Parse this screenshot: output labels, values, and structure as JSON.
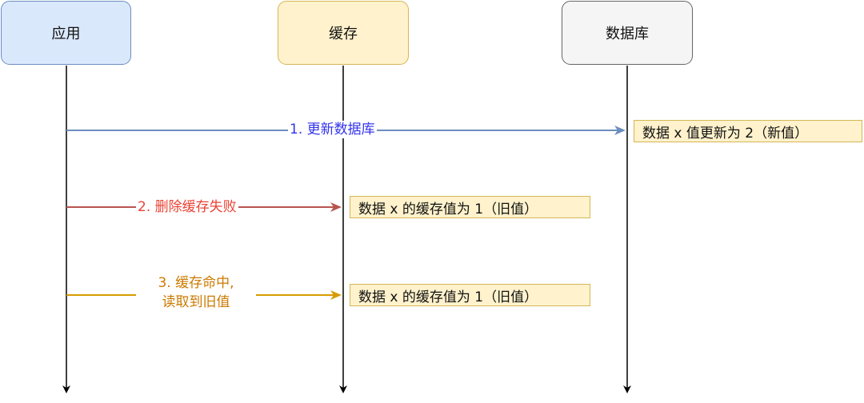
{
  "participants": {
    "app": "应用",
    "cache": "缓存",
    "db": "数据库"
  },
  "messages": [
    {
      "label": "1. 更新数据库",
      "color": "#6c8ebf",
      "text_color": "#3333ee"
    },
    {
      "label": "2. 删除缓存失败",
      "color": "#b85450",
      "text_color": "#ea4335"
    },
    {
      "label_line1": "3. 缓存命中,",
      "label_line2": "读取到旧值",
      "color": "#d79b00",
      "text_color": "#cc7a00"
    }
  ],
  "notes": [
    "数据 x 值更新为 2（新值）",
    "数据 x 的缓存值为 1（旧值）",
    "数据 x 的缓存值为 1（旧值）"
  ]
}
